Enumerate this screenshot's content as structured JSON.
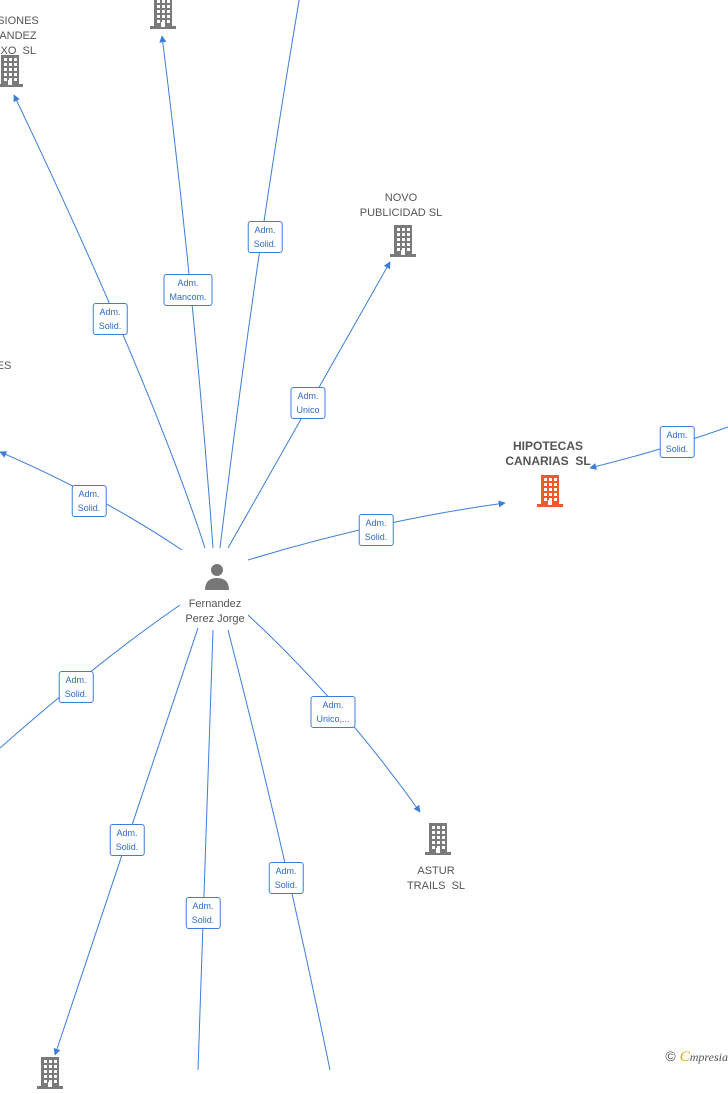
{
  "center": {
    "name": "Fernandez\nPerez Jorge"
  },
  "companies": [
    {
      "id": "inversiones",
      "label": "RSIONES\nNANDEZ\nOXO  SL",
      "highlight": false
    },
    {
      "id": "top-cut",
      "label": "",
      "highlight": false
    },
    {
      "id": "novo",
      "label": "NOVO\nPUBLICIDAD SL",
      "highlight": false
    },
    {
      "id": "hipotecas",
      "label": "HIPOTECAS\nCANARIAS  SL",
      "highlight": true
    },
    {
      "id": "left-es",
      "label": "ES",
      "highlight": false
    },
    {
      "id": "astur",
      "label": "ASTUR\nTRAILS  SL",
      "highlight": false
    },
    {
      "id": "bottom-left",
      "label": "",
      "highlight": false
    }
  ],
  "edges": [
    {
      "id": "to-inversiones",
      "label": "Adm.\nSolid."
    },
    {
      "id": "to-top-cut",
      "label": "Adm.\nMancom."
    },
    {
      "id": "to-top-right",
      "label": "Adm.\nSolid."
    },
    {
      "id": "to-novo",
      "label": "Adm.\nUnico"
    },
    {
      "id": "to-hipotecas",
      "label": "Adm.\nSolid."
    },
    {
      "id": "right-to-hipotecas",
      "label": "Adm.\nSolid."
    },
    {
      "id": "to-left-es",
      "label": "Adm.\nSolid."
    },
    {
      "id": "to-lower-left",
      "label": "Adm.\nSolid."
    },
    {
      "id": "to-astur",
      "label": "Adm.\nUnico,..."
    },
    {
      "id": "to-bottom-left",
      "label": "Adm.\nSolid."
    },
    {
      "id": "to-bottom-mid",
      "label": "Adm.\nSolid."
    },
    {
      "id": "to-bottom-right",
      "label": "Adm.\nSolid."
    }
  ],
  "colors": {
    "edge": "#3b7ed8",
    "building": "#7a7a7a",
    "highlight": "#f05a28",
    "person": "#777777"
  },
  "footer": {
    "copyright": "©",
    "brand_initial": "C",
    "brand_rest": "mpresia"
  }
}
